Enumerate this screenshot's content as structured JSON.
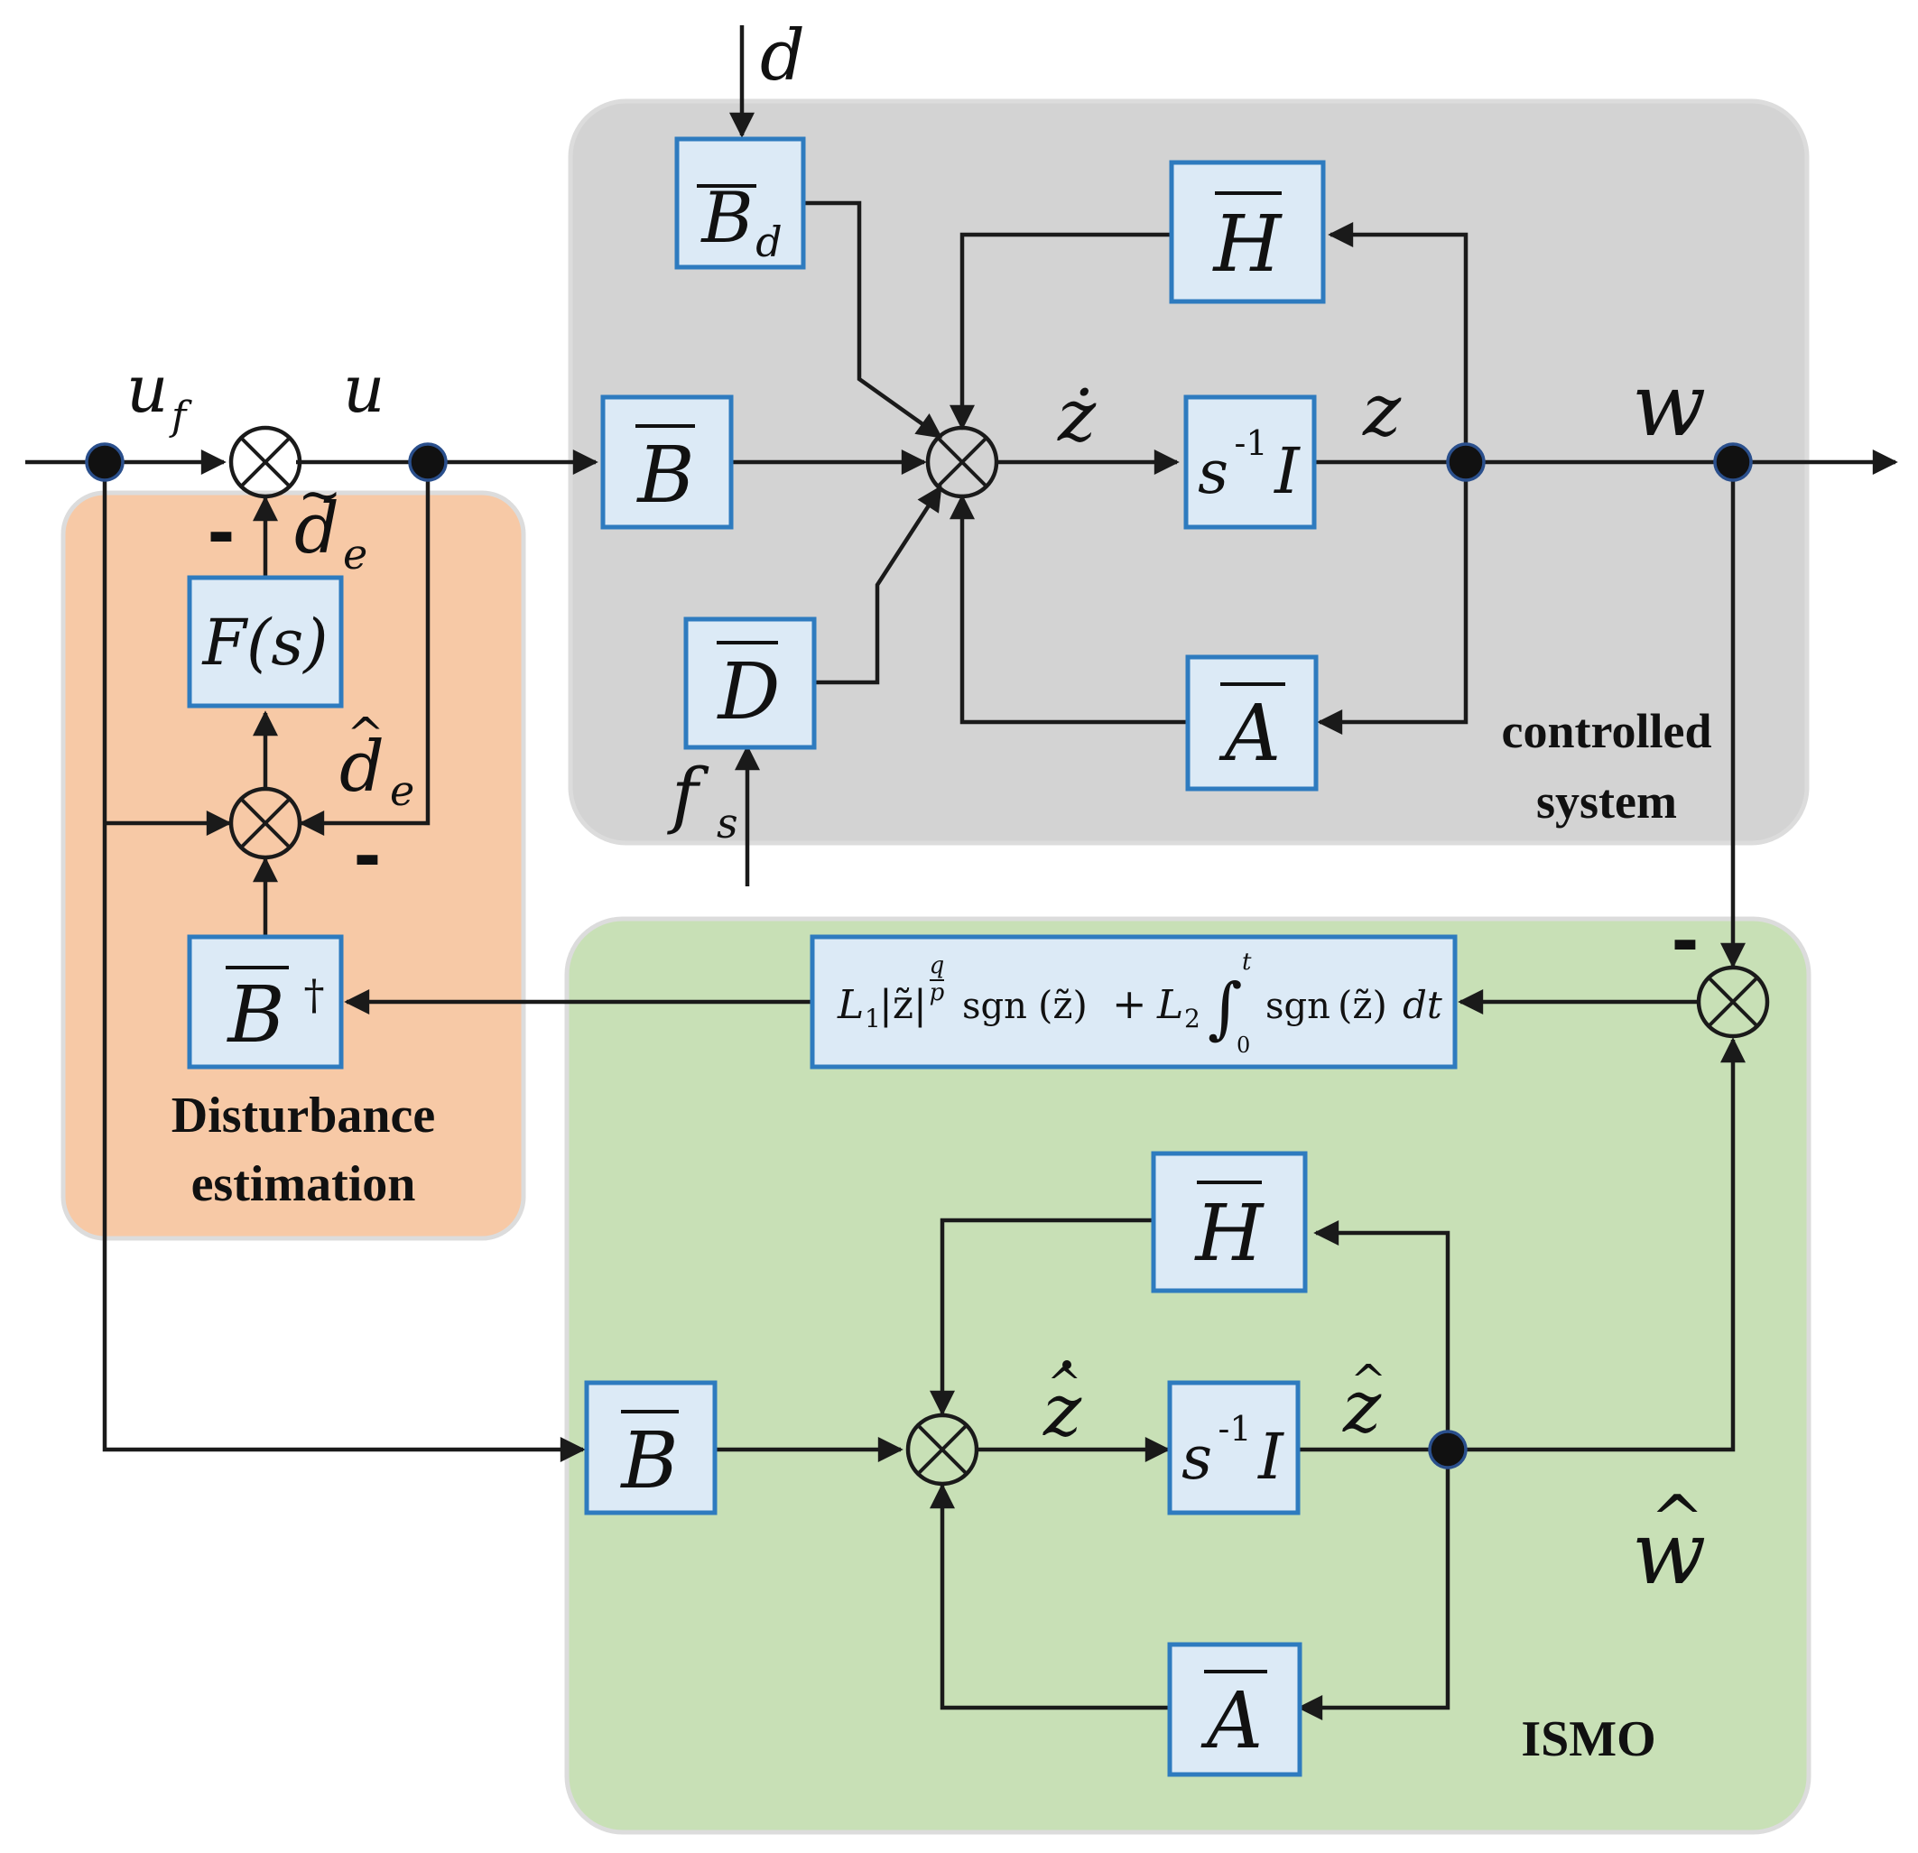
{
  "regions": {
    "controlled_system": "controlled\nsystem",
    "disturbance_estimation": "Disturbance\nestimation",
    "ismo": "ISMO"
  },
  "signals": {
    "uf": "u",
    "uf_sub": "f",
    "u": "u",
    "d": "d",
    "zdot": "ż",
    "z": "z",
    "w": "w",
    "fs": "f",
    "fs_sub": "s",
    "de_tilde": "d",
    "de_tilde_sub": "e",
    "de_hat": "d",
    "de_hat_sub": "e",
    "zhat_dot": "z",
    "zhat": "z",
    "what": "w"
  },
  "blocks": {
    "Bd": {
      "main": "B",
      "sub": "d"
    },
    "B_top": {
      "main": "B"
    },
    "D": {
      "main": "D"
    },
    "H_top": {
      "main": "H"
    },
    "sI_top": {
      "s": "s",
      "exp": "-1",
      "I": "I"
    },
    "A_top": {
      "main": "A"
    },
    "F": {
      "text": "F(s)"
    },
    "Bdag": {
      "main": "B",
      "sup": "†"
    },
    "sliding": {
      "L1": "L",
      "L1sub": "1",
      "abs": "|z̃|",
      "q": "q",
      "p": "p",
      "sgn1": "sgn",
      "arg1": "(z̃)",
      "plus": "+",
      "L2": "L",
      "L2sub": "2",
      "integral": "∫",
      "upper": "t",
      "lower": "0",
      "sgn2": "sgn",
      "arg2": "(z̃)",
      "dt": "dt"
    },
    "H_bot": {
      "main": "H"
    },
    "sI_bot": {
      "s": "s",
      "exp": "-1",
      "I": "I"
    },
    "A_bot": {
      "main": "A"
    },
    "B_bot": {
      "main": "B"
    }
  },
  "signs": {
    "minus": "-"
  },
  "colors": {
    "controlled_bg": "#d3d3d3",
    "disturbance_bg": "#f7c9a6",
    "ismo_bg": "#c8e0b6",
    "block_fill": "#dceaf6",
    "block_border": "#2e7bbf"
  }
}
